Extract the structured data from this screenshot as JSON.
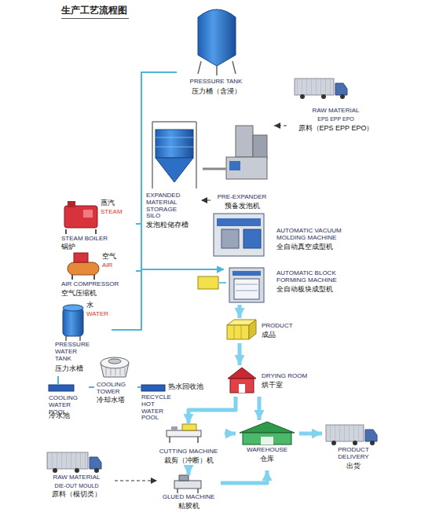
{
  "diagram": {
    "title": "生产工艺流程图",
    "nodes": [
      {
        "text": [
          "PRESSURE TANK",
          "压力桶（含浸）"
        ]
      },
      {
        "text": [
          "RAW MATERIAL",
          "EPS EPP EPO",
          "原料（EPS EPP EPO）"
        ]
      },
      {
        "text": [
          "PRE-EXPANDER",
          "预备发泡机"
        ]
      },
      {
        "text": [
          "EXPANDED MATERIAL STORAGE SILO",
          "发泡粒储存槽"
        ]
      },
      {
        "text": [
          "蒸汽",
          "STEAM",
          "STEAM BOILER",
          "锅炉"
        ]
      },
      {
        "text": [
          "AUTOMATIC VACUUM MOLDING MACHINE",
          "全自动真空成型机"
        ]
      },
      {
        "text": [
          "空气",
          "AIR",
          "AIR COMPRESSOR",
          "空气压缩机"
        ]
      },
      {
        "text": [
          "AUTOMATIC BLOCK FORMING MACHINE",
          "全自动板块成型机"
        ]
      },
      {
        "text": [
          "水",
          "WATER",
          "PRESSURE WATER TANK",
          "压力水槽"
        ]
      },
      {
        "text": [
          "PRODUCT",
          "成品"
        ]
      },
      {
        "text": [
          "COOLING TOWER",
          "冷却水塔"
        ]
      },
      {
        "text": [
          "COOLING WATER POOL",
          "冷水池"
        ]
      },
      {
        "text": [
          "热水回收池",
          "RECYCLE HOT WATER POOL"
        ]
      },
      {
        "text": [
          "DRYING ROOM",
          "烘干室"
        ]
      },
      {
        "text": [
          "CUTTING MACHINE",
          "裁剪（冲断）机"
        ]
      },
      {
        "text": [
          "WAREHOUSE",
          "仓库"
        ]
      },
      {
        "text": [
          "PRODUCT DELIVERY",
          "出货"
        ]
      },
      {
        "text": [
          "RAW MATERIAL",
          "DIE-OUT MOULD",
          "原料（模切类）"
        ]
      },
      {
        "text": [
          "GLUED MACHINE",
          "粘胶机"
        ]
      }
    ],
    "edges": [
      {
        "from": 1,
        "to": 2,
        "arrow": "to"
      },
      {
        "from": 2,
        "to": 3,
        "arrow": "to"
      },
      {
        "from": 0,
        "to": 7,
        "arrow": "to"
      },
      {
        "from": 4,
        "to": 7,
        "arrow": "to"
      },
      {
        "from": 6,
        "to": 7,
        "arrow": "to"
      },
      {
        "from": 8,
        "to": 7,
        "arrow": "to"
      },
      {
        "from": 8,
        "to": 11,
        "arrow": "none"
      },
      {
        "from": 11,
        "to": 10,
        "arrow": "none"
      },
      {
        "from": 10,
        "to": 12,
        "arrow": "none"
      },
      {
        "from": 7,
        "to": 9,
        "arrow": "to"
      },
      {
        "from": 9,
        "to": 13,
        "arrow": "to"
      },
      {
        "from": 13,
        "to": 14,
        "arrow": "to"
      },
      {
        "from": 13,
        "to": 15,
        "arrow": "to"
      },
      {
        "from": 14,
        "to": 15,
        "arrow": "to"
      },
      {
        "from": 15,
        "to": 16,
        "arrow": "to"
      },
      {
        "from": 14,
        "to": 18,
        "arrow": "to"
      },
      {
        "from": 18,
        "to": 15,
        "arrow": "to"
      },
      {
        "from": 17,
        "to": 18,
        "arrow": "to"
      }
    ]
  }
}
